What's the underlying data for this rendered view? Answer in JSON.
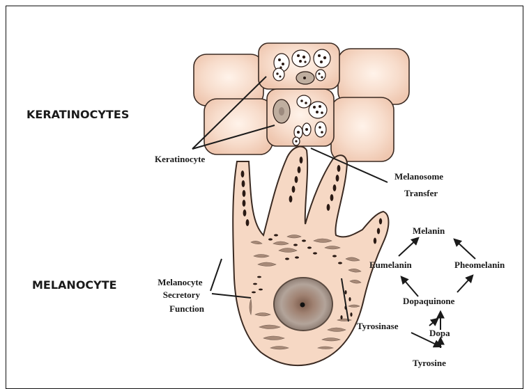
{
  "headings": {
    "keratinocytes": "KERATINOCYTES",
    "melanocyte": "MELANOCYTE"
  },
  "labels": {
    "keratinocyte": "Keratinocyte",
    "melanosome_transfer_line1": "Melanosome",
    "melanosome_transfer_line2": "Transfer",
    "secretory_line1": "Melanocyte",
    "secretory_line2": "Secretory",
    "secretory_line3": "Function"
  },
  "pathway": {
    "melanin": "Melanin",
    "eumelanin": "Eumelanin",
    "pheomelanin": "Pheomelanin",
    "dopaquinone": "Dopaquinone",
    "tyrosinase": "Tyrosinase",
    "dopa": "Dopa",
    "tyrosine": "Tyrosine"
  },
  "colors": {
    "cell_fill": "#f6d8c4",
    "cell_stroke": "#3a2a22",
    "melanosome": "#2a1a14",
    "organelle": "#a88a78",
    "nucleus_inner": "#b8a49a",
    "nucleus_outer": "#8e7a70"
  }
}
